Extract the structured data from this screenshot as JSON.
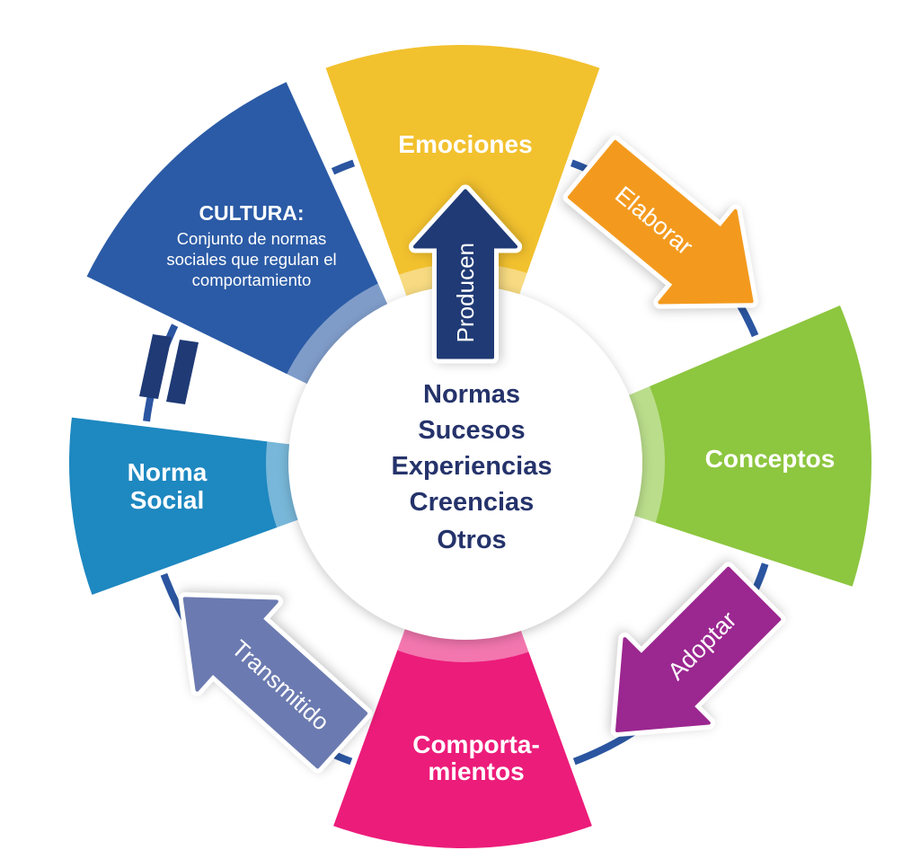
{
  "segments": {
    "emociones": {
      "label": "Emociones",
      "color": "#F2C12E"
    },
    "conceptos": {
      "label": "Conceptos",
      "color": "#8DC63F"
    },
    "comportamientos": {
      "label_line1": "Comporta-",
      "label_line2": "mientos",
      "color": "#EC1C7A"
    },
    "norma_social": {
      "label_line1": "Norma",
      "label_line2": "Social",
      "color": "#1E88C0"
    },
    "cultura": {
      "title": "CULTURA:",
      "lines": [
        "Conjunto de normas",
        "sociales que regulan el",
        "comportamiento"
      ],
      "color": "#2B5BA6"
    }
  },
  "arrows": {
    "producen": {
      "label": "Producen",
      "color": "#1F3A75"
    },
    "elaborar": {
      "label": "Elaborar",
      "color": "#F39A1E"
    },
    "adoptar": {
      "label": "Adoptar",
      "color": "#9B2790"
    },
    "transmitido": {
      "label": "Transmitido",
      "color": "#6B7AB0"
    }
  },
  "center_items": [
    "Normas",
    "Sucesos",
    "Experiencias",
    "Creencias",
    "Otros"
  ],
  "equals_color": "#1F3A75",
  "ring_color": "#2B55A0"
}
